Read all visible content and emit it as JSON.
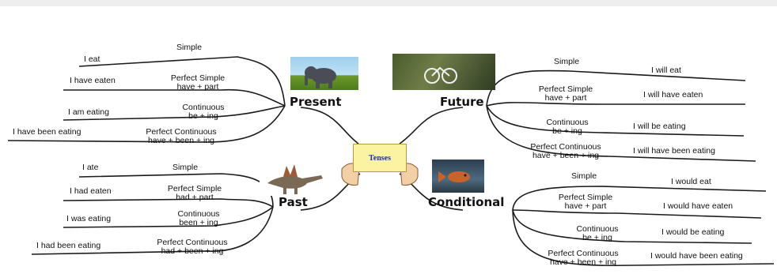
{
  "center": {
    "label": "Tenses"
  },
  "branches": [
    {
      "key": "present",
      "title": "Present",
      "image": "elephant-icon",
      "items": [
        {
          "form": "Simple",
          "formula": "",
          "example": "I eat"
        },
        {
          "form": "Perfect Simple",
          "formula": "have + part",
          "example": "I have eaten"
        },
        {
          "form": "Continuous",
          "formula": "be + ing",
          "example": "I am eating"
        },
        {
          "form": "Perfect Continuous",
          "formula": "have + been + ing",
          "example": "I have been eating"
        }
      ]
    },
    {
      "key": "future",
      "title": "Future",
      "image": "cyclist-icon",
      "items": [
        {
          "form": "Simple",
          "formula": "",
          "example": "I will eat"
        },
        {
          "form": "Perfect Simple",
          "formula": "have + part",
          "example": "I will have eaten"
        },
        {
          "form": "Continuous",
          "formula": "be + ing",
          "example": "I will be eating"
        },
        {
          "form": "Perfect Continuous",
          "formula": "have + been + ing",
          "example": "I will have been eating"
        }
      ]
    },
    {
      "key": "past",
      "title": "Past",
      "image": "dinosaur-icon",
      "items": [
        {
          "form": "Simple",
          "formula": "",
          "example": "I ate"
        },
        {
          "form": "Perfect Simple",
          "formula": "had + part",
          "example": "I had eaten"
        },
        {
          "form": "Continuous",
          "formula": "been + ing",
          "example": "I was eating"
        },
        {
          "form": "Perfect Continuous",
          "formula": "had + been + ing",
          "example": "I had been eating"
        }
      ]
    },
    {
      "key": "conditional",
      "title": "Conditional",
      "image": "fish-icon",
      "items": [
        {
          "form": "Simple",
          "formula": "",
          "example": "I would eat"
        },
        {
          "form": "Perfect Simple",
          "formula": "have + part",
          "example": "I would have eaten"
        },
        {
          "form": "Continuous",
          "formula": "be + ing",
          "example": "I would be eating"
        },
        {
          "form": "Perfect Continuous",
          "formula": "have + been + ing",
          "example": "I would have been eating"
        }
      ]
    }
  ]
}
